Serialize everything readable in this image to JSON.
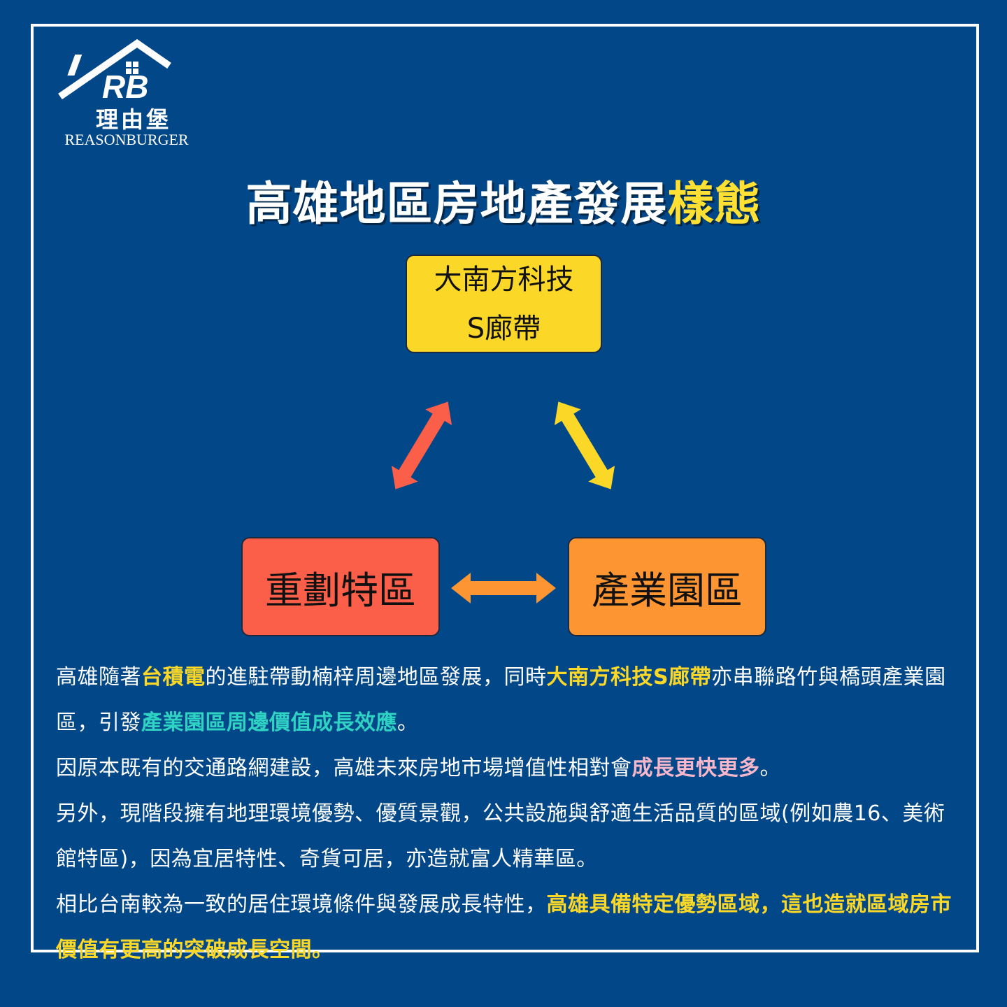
{
  "logo": {
    "mark": "RB",
    "name_cn": "理由堡",
    "name_en": "REASONBURGER"
  },
  "title": {
    "main": "高雄地區房地產發展",
    "highlight": "樣態"
  },
  "nodes": {
    "top": {
      "line1": "大南方科技",
      "line2": "S廊帶",
      "color": "#fbd828"
    },
    "left": {
      "label": "重劃特區",
      "color": "#fb5e49"
    },
    "right": {
      "label": "產業園區",
      "color": "#fd9632"
    }
  },
  "arrow_colors": {
    "top_left": "#fb5e49",
    "top_right": "#fbd828",
    "bottom": "#fd9632"
  },
  "paragraphs": {
    "p1": {
      "s1": "高雄隨著",
      "h1": "台積電",
      "s2": "的進駐帶動楠梓周邊地區發展，同時",
      "h2": "大南方科技S廊帶",
      "s3": "亦串聯路竹與橋頭產業園區，引發",
      "h3": "產業園區周邊價值成長效應",
      "s4": "。"
    },
    "p2": {
      "s1": "因原本既有的交通路網建設，高雄未來房地市場增值性相對會",
      "h1": "成長更快更多",
      "s2": "。"
    },
    "p3": {
      "s1": "另外，現階段擁有地理環境優勢、優質景觀，公共設施與舒適生活品質的區域(例如農16、美術館特區)，因為宜居特性、奇貨可居，亦造就富人精華區。"
    },
    "p4": {
      "s1": "相比台南較為一致的居住環境條件與發展成長特性，",
      "h1": "高雄具備特定優勢區域，這也造就區域房市價值有更高的突破成長空間",
      "s2": "。"
    }
  },
  "colors": {
    "background": "#024788",
    "accent_yellow": "#fbd828",
    "accent_cyan": "#2fd3c3",
    "accent_pink": "#f7b7cb"
  }
}
